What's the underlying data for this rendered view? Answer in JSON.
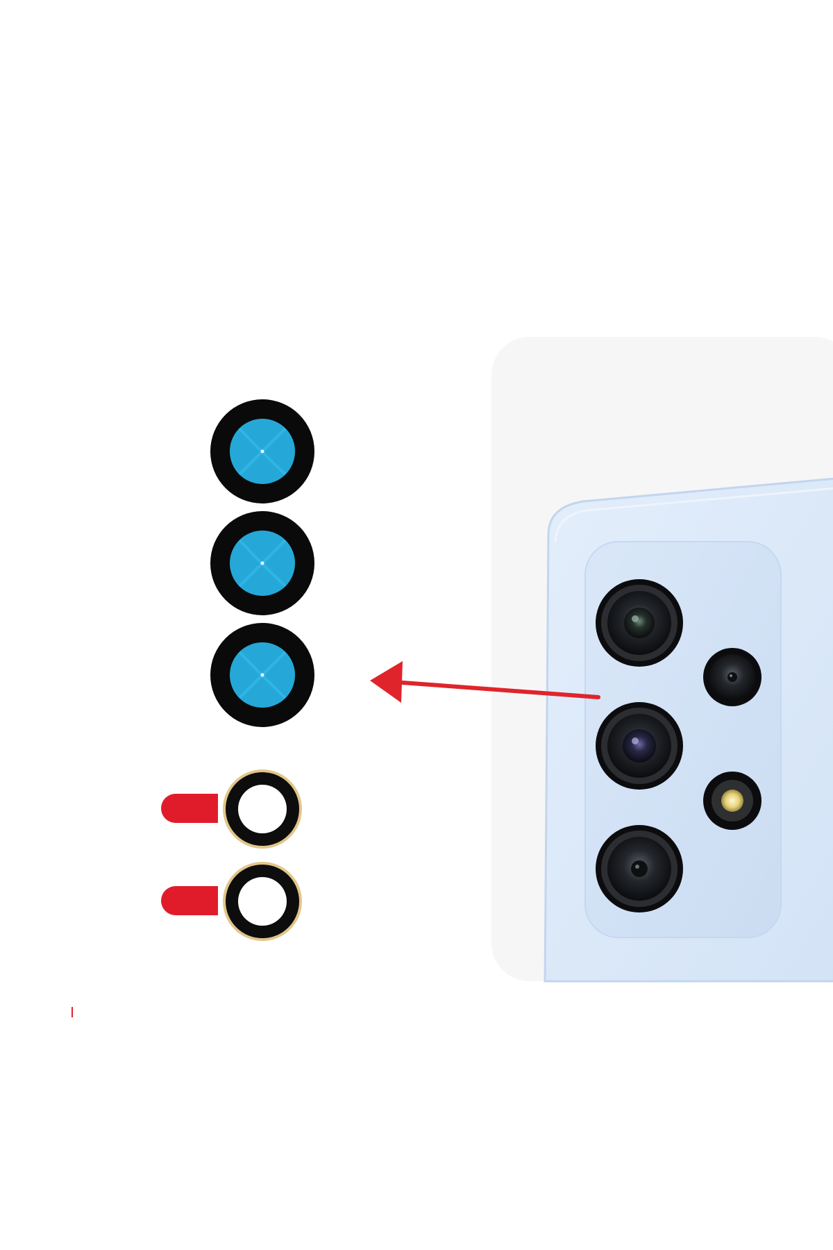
{
  "scene": {
    "background": "#ffffff",
    "panel_color": "#f6f6f7",
    "phone": {
      "body_color": "#dbe8f8",
      "edge_color": "#c4d6ef",
      "module_color": "#d2e2f6"
    },
    "lens_covers": {
      "count": 3,
      "ring_color": "#0a0a0a",
      "film_color": "#25a8d8"
    },
    "small_lens_rings": {
      "count": 2,
      "ring_color": "#0d0d0d",
      "tab_color": "#e01c2b"
    },
    "arrow": {
      "color": "#e0242b",
      "direction": "left"
    },
    "camera_lenses": {
      "large_count": 3,
      "small_count": 1,
      "flash_count": 1
    }
  }
}
